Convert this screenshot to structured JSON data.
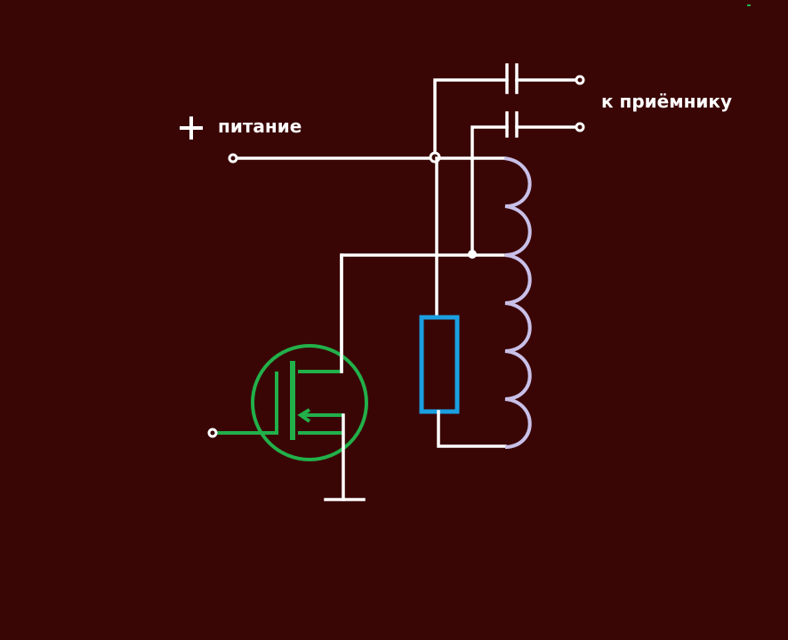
{
  "diagram": {
    "title": "MOSFET oscillator circuit",
    "labels": {
      "power": "питание",
      "power_sign": "+",
      "receiver": "к приёмнику"
    },
    "components": [
      {
        "type": "mosfet",
        "name": "n-channel MOSFET",
        "color": "#22b04a"
      },
      {
        "type": "resistor",
        "color": "#1aa0e0"
      },
      {
        "type": "inductor",
        "turns": 6,
        "tap_after_turn": 2,
        "color": "#c8c0e8"
      },
      {
        "type": "capacitor",
        "count": 2
      }
    ],
    "colors": {
      "background": "#3a0505",
      "wire": "#ffffff"
    }
  }
}
